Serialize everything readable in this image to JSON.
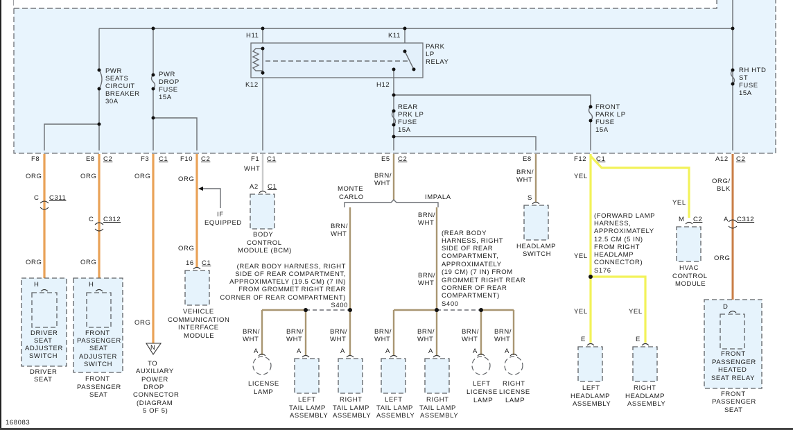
{
  "diagram": {
    "id_label": "168083",
    "colors": {
      "module_fill": "#e6f3fc",
      "internal_wire": "#6b6e73",
      "org": "#e9a257",
      "brn_wht": "#a99672",
      "yel": "#f2f25a",
      "wht": "#c9cacb",
      "org_blk": "#c97e46"
    },
    "fuses": {
      "pwr_seats": [
        "PWR",
        "SEATS",
        "CIRCUIT",
        "BREAKER",
        "30A"
      ],
      "pwr_drop": [
        "PWR",
        "DROP",
        "FUSE",
        "15A"
      ],
      "rear_prk": [
        "REAR",
        "PRK LP",
        "FUSE",
        "15A"
      ],
      "front_park": [
        "FRONT",
        "PARK LP",
        "FUSE",
        "15A"
      ],
      "rh_htd": [
        "RH HTD",
        "ST",
        "FUSE",
        "15A"
      ]
    },
    "relay": {
      "label": [
        "PARK",
        "LP",
        "RELAY"
      ],
      "pins": {
        "h11": "H11",
        "k11": "K11",
        "k12": "K12",
        "h12": "H12"
      }
    },
    "connectors": {
      "f8": "F8",
      "e8a": "E8",
      "c2": "C2",
      "f3": "F3",
      "c1": "C1",
      "f10": "F10",
      "f1": "F1",
      "e5": "E5",
      "e8b": "E8",
      "f12": "F12",
      "a12": "A12",
      "c": "C",
      "c311": "C311",
      "c312": "C312",
      "a2": "A2",
      "n16": "16",
      "s": "S",
      "m": "M",
      "a": "A",
      "d": "D",
      "h": "H",
      "e": "E",
      "n": "N"
    },
    "wire_colors": {
      "org": "ORG",
      "wht": "WHT",
      "brn": "BRN/",
      "wht2": "WHT",
      "yel": "YEL",
      "orgblk1": "ORG/",
      "orgblk2": "BLK"
    },
    "notes": {
      "if_equipped": [
        "IF",
        "EQUIPPED"
      ],
      "monte_carlo": [
        "MONTE",
        "CARLO"
      ],
      "impala": "IMPALA",
      "s400_left": [
        "(REAR BODY HARNESS, RIGHT",
        "SIDE OF REAR COMPARTMENT,",
        "APPROXIMATELY (19.5 CM) (7 IN)",
        "FROM GROMMET RIGHT REAR",
        "CORNER OF REAR COMPARTMENT)"
      ],
      "s400_right": [
        "(REAR BODY",
        "HARNESS, RIGHT",
        "SIDE OF REAR",
        "COMPARTMENT,",
        "APPROXIMATELY",
        "(19 CM) (7 IN) FROM",
        "GROMMET RIGHT REAR",
        "CORNER OF REAR",
        "COMPARTMENT)"
      ],
      "s176": [
        "(FORWARD LAMP",
        "HARNESS,",
        "APPROXIMATELY",
        "12.5 CM (5 IN)",
        "FROM RIGHT",
        "HEADLAMP",
        "CONNECTOR)"
      ],
      "splice_s400": "S400",
      "splice_s176": "S176"
    },
    "components": {
      "driver_switch": [
        "DRIVER",
        "SEAT",
        "ADJUSTER",
        "SWITCH"
      ],
      "driver_seat": [
        "DRIVER",
        "SEAT"
      ],
      "pass_switch": [
        "FRONT",
        "PASSENGER",
        "SEAT",
        "ADJUSTER",
        "SWITCH"
      ],
      "pass_seat": [
        "FRONT",
        "PASSENGER",
        "SEAT"
      ],
      "aux_power": [
        "TO",
        "AUXILIARY",
        "POWER",
        "DROP",
        "CONNECTOR",
        "(DIAGRAM",
        "5 OF 5)"
      ],
      "vcim": [
        "VEHICLE",
        "COMMUNICATION",
        "INTERFACE",
        "MODULE"
      ],
      "bcm": [
        "BODY",
        "CONTROL",
        "MODULE (BCM)"
      ],
      "license_lamp": [
        "LICENSE",
        "LAMP"
      ],
      "left_tail_1": [
        "LEFT",
        "TAIL LAMP",
        "ASSEMBLY"
      ],
      "right_tail_1": [
        "RIGHT",
        "TAIL LAMP",
        "ASSEMBLY"
      ],
      "left_tail_2": [
        "LEFT",
        "TAIL LAMP",
        "ASSEMBLY"
      ],
      "right_tail_2": [
        "RIGHT",
        "TAIL LAMP",
        "ASSEMBLY"
      ],
      "left_license": [
        "LEFT",
        "LICENSE",
        "LAMP"
      ],
      "right_license": [
        "RIGHT",
        "LICENSE",
        "LAMP"
      ],
      "headlamp_switch": [
        "HEADLAMP",
        "SWITCH"
      ],
      "left_headlamp": [
        "LEFT",
        "HEADLAMP",
        "ASSEMBLY"
      ],
      "right_headlamp": [
        "RIGHT",
        "HEADLAMP",
        "ASSEMBLY"
      ],
      "hvac": [
        "HVAC",
        "CONTROL",
        "MODULE"
      ],
      "heated_relay": [
        "FRONT",
        "PASSENGER",
        "HEATED",
        "SEAT RELAY"
      ],
      "heated_seat": [
        "FRONT",
        "PASSENGER",
        "SEAT"
      ]
    }
  }
}
